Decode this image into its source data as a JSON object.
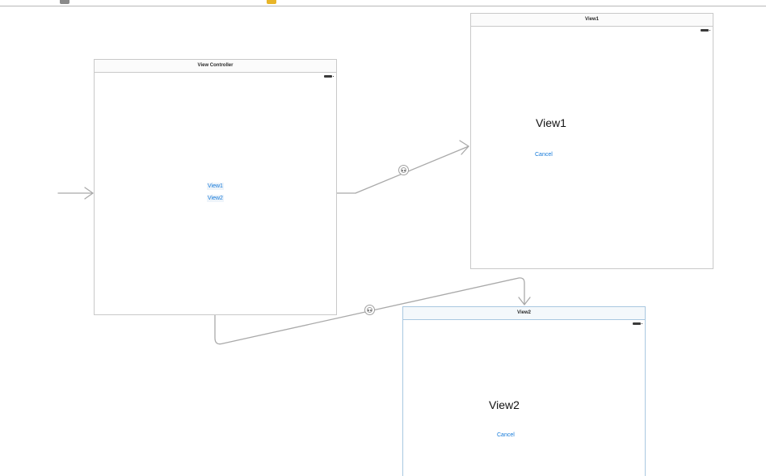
{
  "scenes": {
    "root": {
      "title": "View Controller",
      "buttons": [
        "View1",
        "View2"
      ]
    },
    "view1": {
      "title": "View1",
      "label": "View1",
      "cancel": "Cancel"
    },
    "view2": {
      "title": "View2",
      "label": "View2",
      "cancel": "Cancel"
    }
  },
  "icons": {
    "entry_arrow": "arrow-right-icon",
    "segue": "segue-icon",
    "battery": "battery-icon"
  },
  "colors": {
    "link_blue": "#1479d9",
    "connector_gray": "#a9a9a9",
    "scene_border": "#c9c9c9",
    "selected_border": "#a9c8e0",
    "top_sliver_gray": "#8a8a8a",
    "top_sliver_gold": "#e8b528"
  }
}
